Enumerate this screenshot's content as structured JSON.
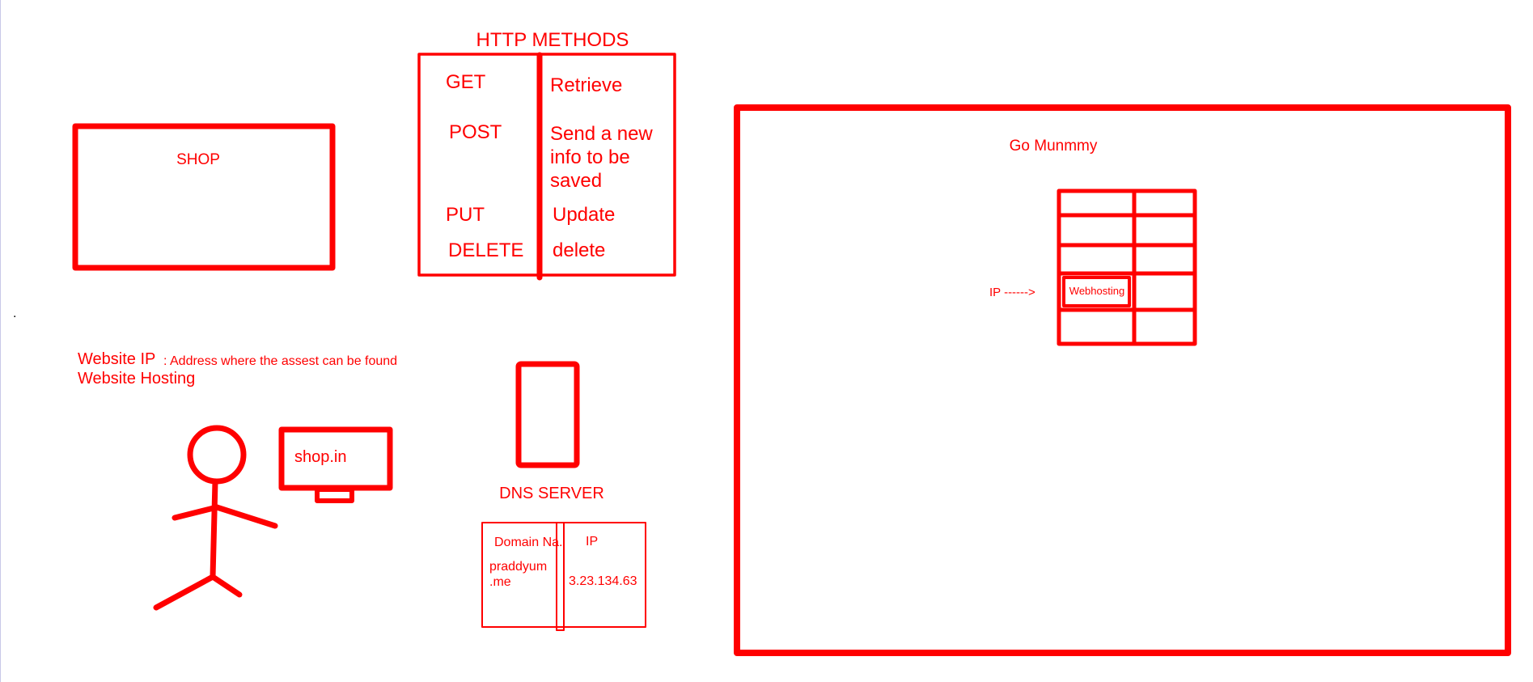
{
  "colors": {
    "ink": "#ff0000",
    "background": "#ffffff"
  },
  "shop": {
    "label": "SHOP"
  },
  "http_methods": {
    "title": "HTTP METHODS",
    "rows": [
      {
        "method": "GET",
        "description_lines": [
          "Retrieve"
        ]
      },
      {
        "method": "POST",
        "description_lines": [
          "Send a new",
          "info to be",
          "saved"
        ]
      },
      {
        "method": "PUT",
        "description_lines": [
          "Update"
        ]
      },
      {
        "method": "DELETE",
        "description_lines": [
          "delete"
        ]
      }
    ]
  },
  "stray_mark": ".",
  "website_notes": {
    "ip_label": "Website IP",
    "ip_description": ": Address where the assest can be found",
    "hosting_label": "Website Hosting"
  },
  "monitor": {
    "screen_text": "shop.in"
  },
  "dns_server": {
    "label": "DNS SERVER",
    "table": {
      "header_domain": "Domain Na.",
      "header_ip": "IP",
      "domain_lines": [
        "praddyum",
        ".me"
      ],
      "ip_value": "3.23.134.63"
    }
  },
  "hosting_provider": {
    "name": "Go Munmmy",
    "ip_arrow_label": "IP ------>",
    "highlighted_cell_label": "Webhosting",
    "grid": {
      "rows": 5,
      "cols": 2
    }
  }
}
